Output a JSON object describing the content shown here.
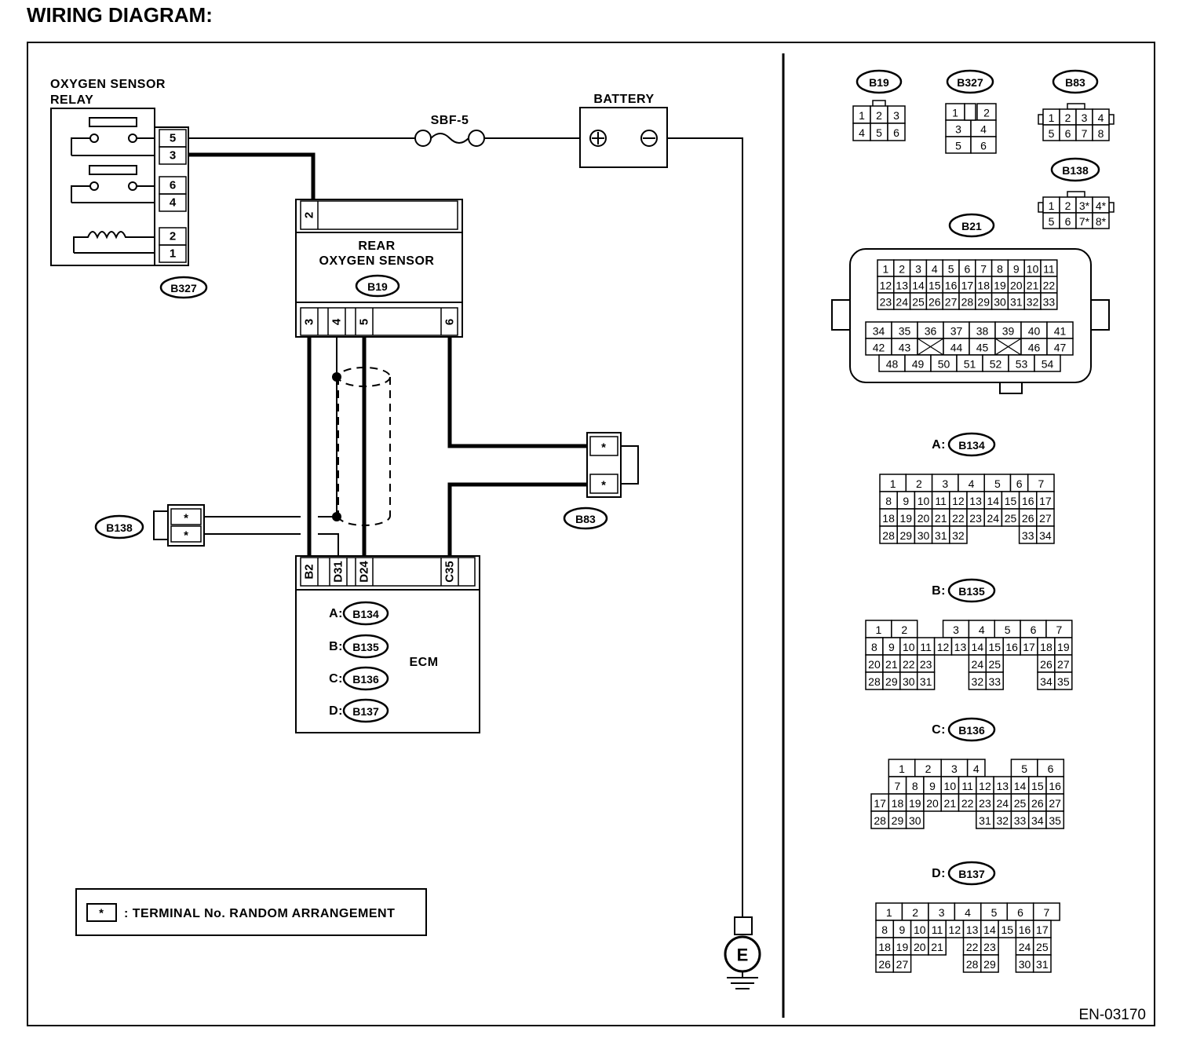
{
  "title": "WIRING DIAGRAM:",
  "footer_code": "EN-03170",
  "legend": {
    "symbol": "*",
    "text": ": TERMINAL No. RANDOM ARRANGEMENT"
  },
  "components": {
    "relay": {
      "name_line1": "OXYGEN SENSOR",
      "name_line2": "RELAY",
      "connector": "B327",
      "pins": [
        "5",
        "3",
        "6",
        "4",
        "2",
        "1"
      ]
    },
    "fuse": {
      "name": "SBF-5"
    },
    "battery": {
      "name": "BATTERY",
      "plus": "⊕",
      "minus": "⊖"
    },
    "rear_sensor": {
      "name_line1": "REAR",
      "name_line2": "OXYGEN SENSOR",
      "connector": "B19",
      "top_pin": "2",
      "bottom_pins": [
        "3",
        "4",
        "5",
        "6"
      ]
    },
    "ecm": {
      "name": "ECM",
      "pins": [
        "B2",
        "D31",
        "D24",
        "C35"
      ],
      "connectors": [
        {
          "prefix": "A:",
          "id": "B134"
        },
        {
          "prefix": "B:",
          "id": "B135"
        },
        {
          "prefix": "C:",
          "id": "B136"
        },
        {
          "prefix": "D:",
          "id": "B137"
        }
      ]
    },
    "b83": {
      "connector": "B83",
      "pins": [
        "*",
        "*"
      ]
    },
    "b138": {
      "connector": "B138",
      "pins": [
        "*",
        "*"
      ]
    },
    "ground": {
      "label": "E"
    }
  },
  "connector_views": {
    "b19": {
      "id": "B19",
      "rows": [
        [
          "1",
          "2",
          "3"
        ],
        [
          "4",
          "5",
          "6"
        ]
      ]
    },
    "b327": {
      "id": "B327",
      "rows": [
        [
          "1",
          "2"
        ],
        [
          "3",
          "4"
        ],
        [
          "5",
          "6"
        ]
      ]
    },
    "b83": {
      "id": "B83",
      "rows": [
        [
          "1",
          "2",
          "3",
          "4"
        ],
        [
          "5",
          "6",
          "7",
          "8"
        ]
      ]
    },
    "b138": {
      "id": "B138",
      "rows": [
        [
          "1",
          "2",
          "3*",
          "4*"
        ],
        [
          "5",
          "6",
          "7*",
          "8*"
        ]
      ]
    },
    "b21": {
      "id": "B21",
      "rows": [
        [
          "1",
          "2",
          "3",
          "4",
          "5",
          "6",
          "7",
          "8",
          "9",
          "10",
          "11"
        ],
        [
          "12",
          "13",
          "14",
          "15",
          "16",
          "17",
          "18",
          "19",
          "20",
          "21",
          "22"
        ],
        [
          "23",
          "24",
          "25",
          "26",
          "27",
          "28",
          "29",
          "30",
          "31",
          "32",
          "33"
        ],
        [
          "34",
          "35",
          "36",
          "37",
          "38",
          "39",
          "40",
          "41"
        ],
        [
          "42",
          "43",
          "",
          "44",
          "45",
          "",
          "46",
          "47"
        ],
        [
          "48",
          "49",
          "50",
          "51",
          "52",
          "53",
          "54"
        ]
      ]
    },
    "b134": {
      "prefix": "A:",
      "id": "B134",
      "rows": [
        [
          "1",
          "2",
          "3",
          "4",
          "5",
          "6",
          "7"
        ],
        [
          "8",
          "9",
          "10",
          "11",
          "12",
          "13",
          "14",
          "15",
          "16",
          "17"
        ],
        [
          "18",
          "19",
          "20",
          "21",
          "22",
          "23",
          "24",
          "25",
          "26",
          "27"
        ],
        [
          "28",
          "29",
          "30",
          "31",
          "32",
          "33",
          "34"
        ]
      ]
    },
    "b135": {
      "prefix": "B:",
      "id": "B135",
      "rows": [
        [
          "1",
          "2",
          "3",
          "4",
          "5",
          "6",
          "7"
        ],
        [
          "8",
          "9",
          "10",
          "11",
          "12",
          "13",
          "14",
          "15",
          "16",
          "17",
          "18",
          "19"
        ],
        [
          "20",
          "21",
          "22",
          "23",
          "24",
          "25",
          "26",
          "27"
        ],
        [
          "28",
          "29",
          "30",
          "31",
          "32",
          "33",
          "34",
          "35"
        ]
      ]
    },
    "b136": {
      "prefix": "C:",
      "id": "B136",
      "rows": [
        [
          "1",
          "2",
          "3",
          "4",
          "5",
          "6"
        ],
        [
          "7",
          "8",
          "9",
          "10",
          "11",
          "12",
          "13",
          "14",
          "15",
          "16"
        ],
        [
          "17",
          "18",
          "19",
          "20",
          "21",
          "22",
          "23",
          "24",
          "25",
          "26",
          "27"
        ],
        [
          "28",
          "29",
          "30",
          "31",
          "32",
          "33",
          "34",
          "35"
        ]
      ]
    },
    "b137": {
      "prefix": "D:",
      "id": "B137",
      "rows": [
        [
          "1",
          "2",
          "3",
          "4",
          "5",
          "6",
          "7"
        ],
        [
          "8",
          "9",
          "10",
          "11",
          "12",
          "13",
          "14",
          "15",
          "16",
          "17"
        ],
        [
          "18",
          "19",
          "20",
          "21",
          "22",
          "23",
          "24",
          "25"
        ],
        [
          "26",
          "27",
          "28",
          "29",
          "30",
          "31"
        ]
      ]
    }
  }
}
